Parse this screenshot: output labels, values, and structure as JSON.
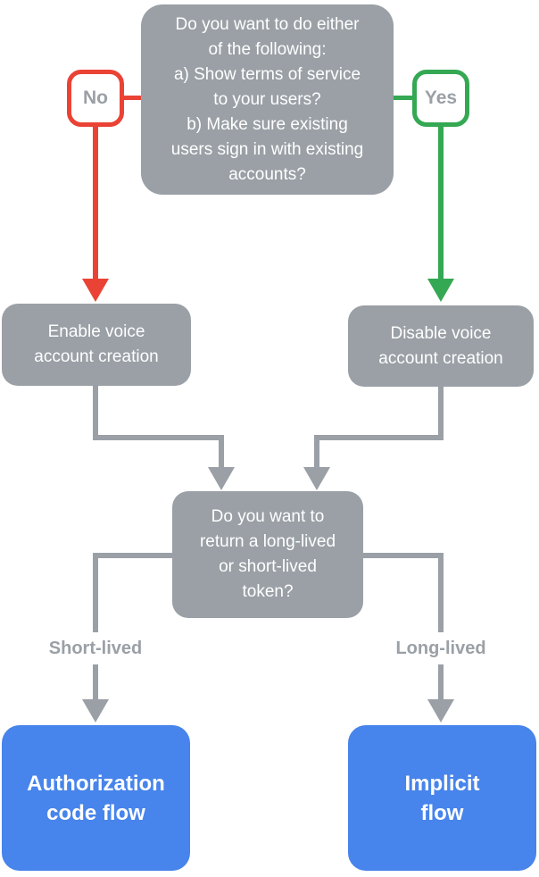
{
  "colors": {
    "node_gray": "#9AA0A6",
    "node_blue": "#4784EB",
    "no_red": "#EA4335",
    "yes_green": "#34A853",
    "label_gray": "#9AA0A6",
    "text_white": "#FFFFFF",
    "background": "#FFFFFF"
  },
  "flowchart": {
    "question_top": "Do you want to do either\nof the following:\na) Show terms of service\nto your users?\nb) Make sure existing\nusers sign in with existing\naccounts?",
    "no_label": "No",
    "yes_label": "Yes",
    "enable_node": "Enable voice\naccount creation",
    "disable_node": "Disable voice\naccount creation",
    "question_token": "Do you want to\nreturn a long-lived\nor short-lived\ntoken?",
    "short_lived_label": "Short-lived",
    "long_lived_label": "Long-lived",
    "auth_code_node": "Authorization\ncode flow",
    "implicit_node": "Implicit\nflow"
  }
}
